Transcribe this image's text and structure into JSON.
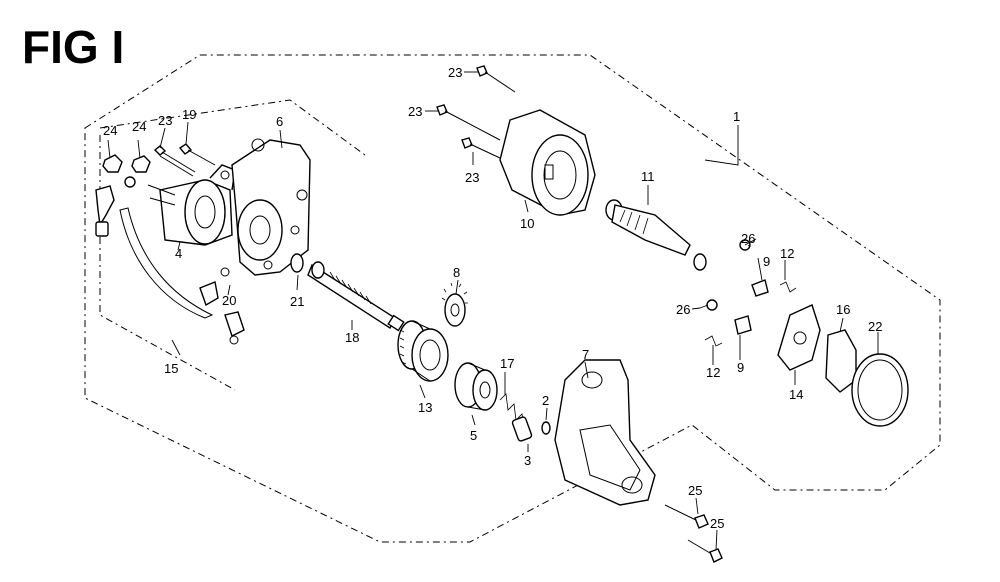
{
  "figure": {
    "title": "FIG I"
  },
  "callouts": {
    "p1": "1",
    "p2": "2",
    "p3": "3",
    "p4": "4",
    "p5": "5",
    "p6": "6",
    "p7": "7",
    "p8": "8",
    "p9a": "9",
    "p9b": "9",
    "p10": "10",
    "p11": "11",
    "p12a": "12",
    "p12b": "12",
    "p13": "13",
    "p14": "14",
    "p15": "15",
    "p16": "16",
    "p17": "17",
    "p18": "18",
    "p19": "19",
    "p20": "20",
    "p21": "21",
    "p22": "22",
    "p23a": "23",
    "p23b": "23",
    "p23c": "23",
    "p23d": "23",
    "p24a": "24",
    "p24b": "24",
    "p25a": "25",
    "p25b": "25",
    "p26a": "26",
    "p26b": "26"
  }
}
